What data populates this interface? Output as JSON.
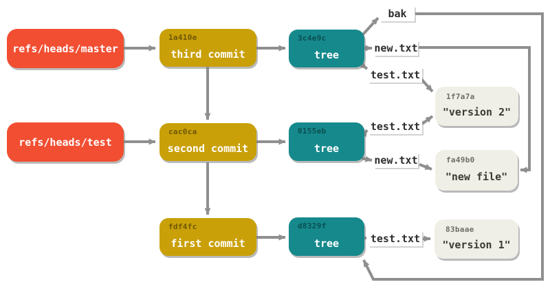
{
  "refs": [
    {
      "name": "refs/heads/master"
    },
    {
      "name": "refs/heads/test"
    }
  ],
  "commits": [
    {
      "hash": "1a410e",
      "label": "third commit"
    },
    {
      "hash": "cac0ca",
      "label": "second commit"
    },
    {
      "hash": "fdf4fc",
      "label": "first commit"
    }
  ],
  "trees": [
    {
      "hash": "3c4e9c",
      "label": "tree"
    },
    {
      "hash": "0155eb",
      "label": "tree"
    },
    {
      "hash": "d8329f",
      "label": "tree"
    }
  ],
  "file_labels": {
    "bak": "bak",
    "new1": "new.txt",
    "test1": "test.txt",
    "test2": "test.txt",
    "new2": "new.txt",
    "test3": "test.txt"
  },
  "blobs": [
    {
      "hash": "1f7a7a",
      "content": "\"version 2\""
    },
    {
      "hash": "fa49b0",
      "content": "\"new file\""
    },
    {
      "hash": "83baae",
      "content": "\"version 1\""
    }
  ],
  "colors": {
    "ref_bg": "#F14E32",
    "commit_bg": "#C9A008",
    "tree_bg": "#16898C",
    "blob_bg": "#F0EFE7",
    "label_bg": "#FFFFFF",
    "line": "#8F8F8F"
  }
}
